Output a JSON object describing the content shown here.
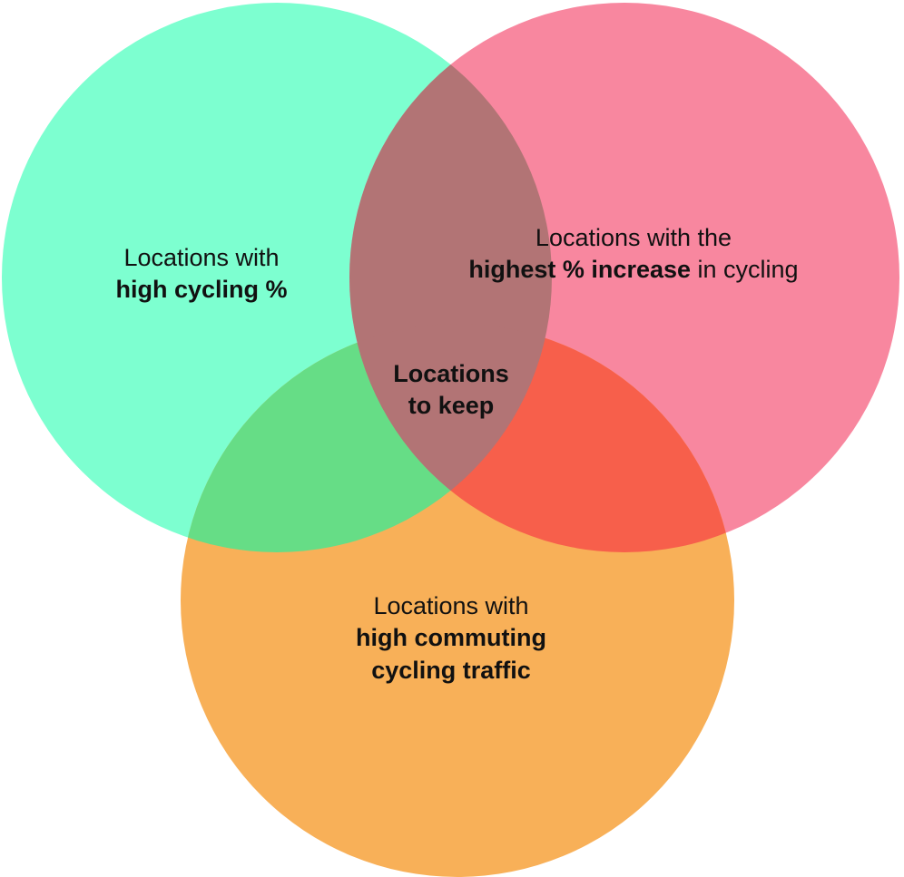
{
  "colors": {
    "circle_left": "#7dffd0",
    "circle_right": "#f8879f",
    "circle_bottom": "#f8b058",
    "overlap_left_right": "#b27475",
    "overlap_left_bottom": "#66dd86",
    "overlap_right_bottom": "#f75f4b",
    "overlap_all": "#b27475"
  },
  "sets": {
    "left": {
      "line1": "Locations with",
      "line2_bold": "high cycling %"
    },
    "right": {
      "line1": "Locations with the",
      "line2_bold": "highest % increase",
      "line2_rest": " in cycling"
    },
    "bottom": {
      "line1": "Locations with",
      "line2_bold": "high commuting",
      "line3_bold": "cycling traffic"
    },
    "center": {
      "line1_bold": "Locations",
      "line2_bold": "to keep"
    }
  }
}
